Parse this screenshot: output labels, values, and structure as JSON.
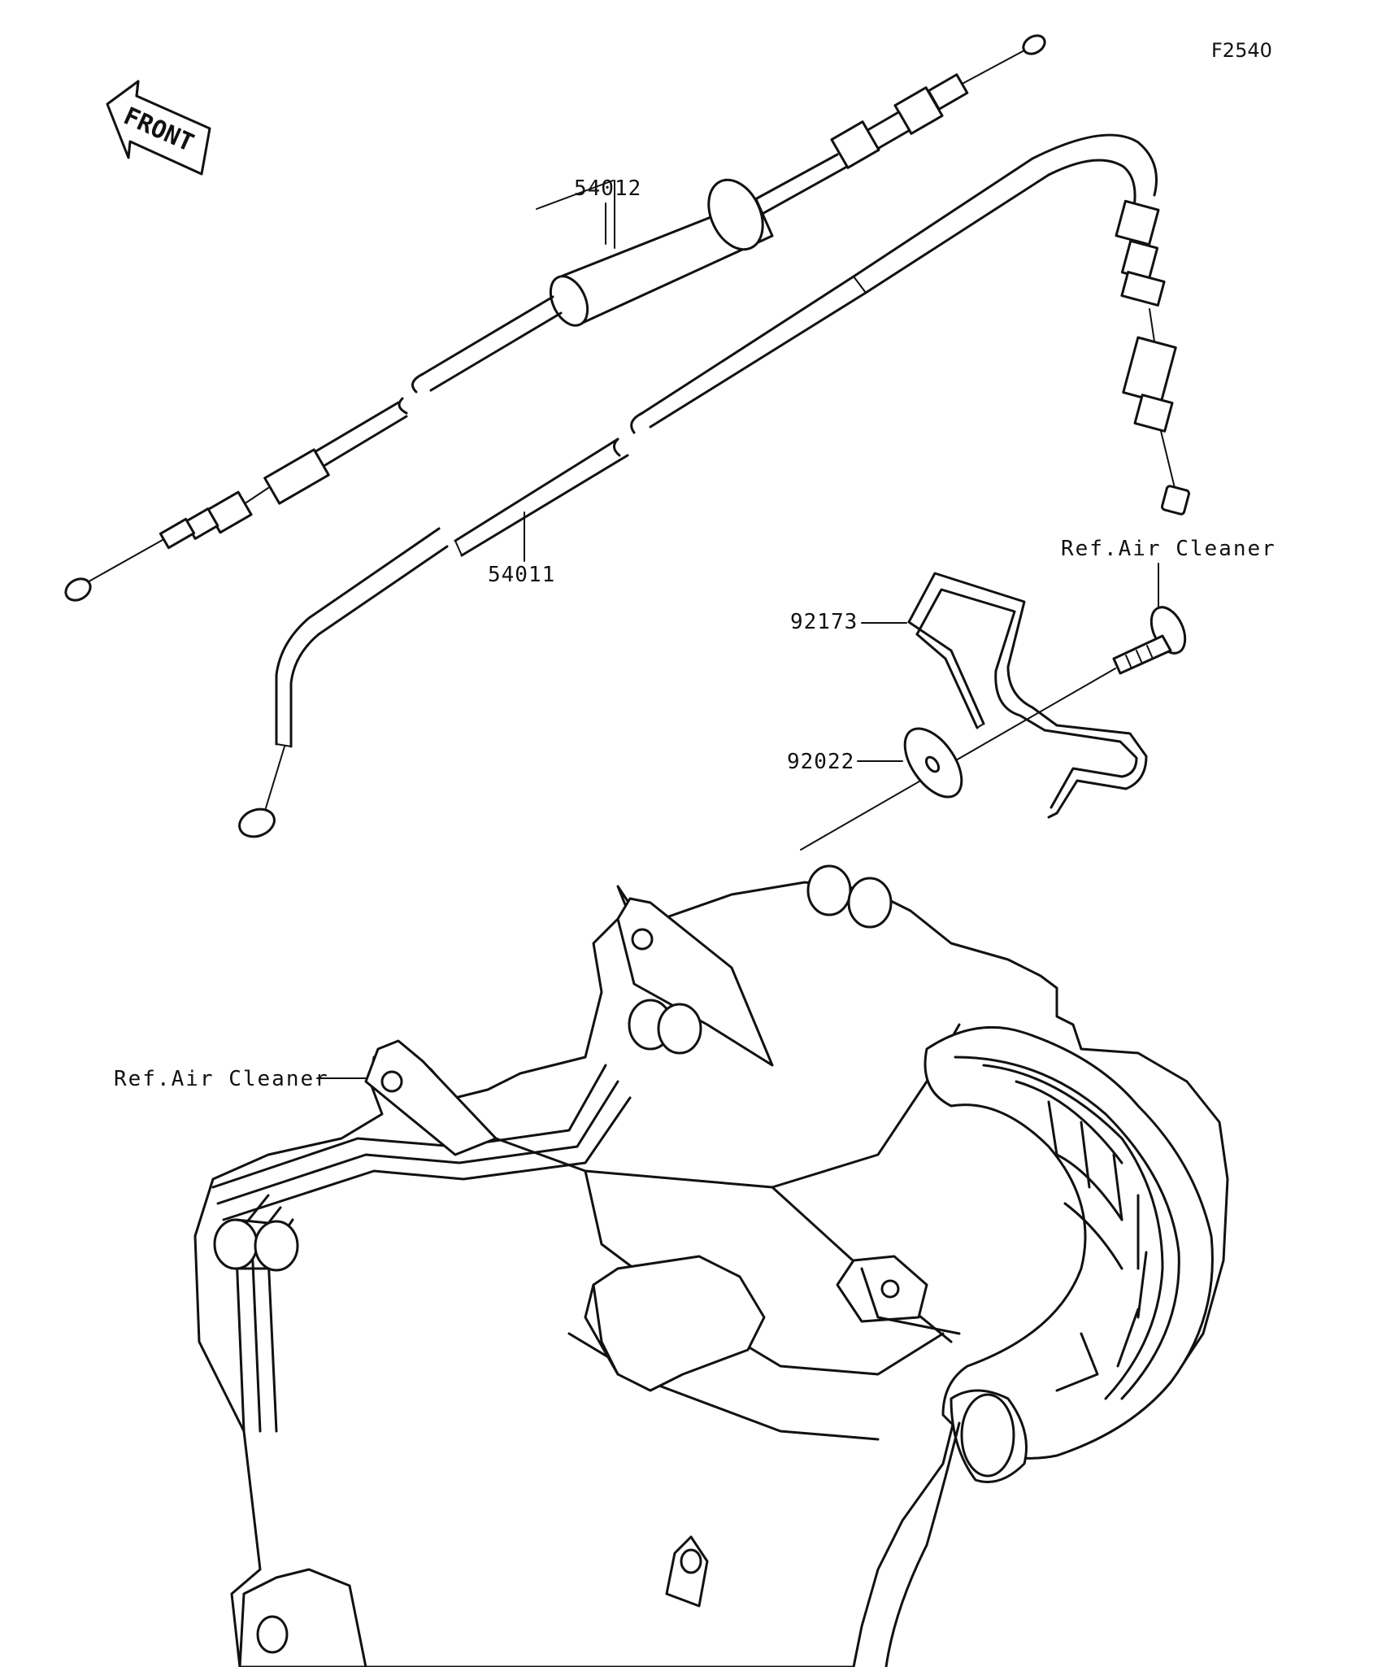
{
  "diagram_code": "F2540",
  "front_marker": "FRONT",
  "parts": {
    "p54012": "54012",
    "p54011": "54011",
    "p92173": "92173",
    "p92022": "92022"
  },
  "references": {
    "air_cleaner_top": "Ref.Air Cleaner",
    "air_cleaner_left": "Ref.Air Cleaner"
  }
}
